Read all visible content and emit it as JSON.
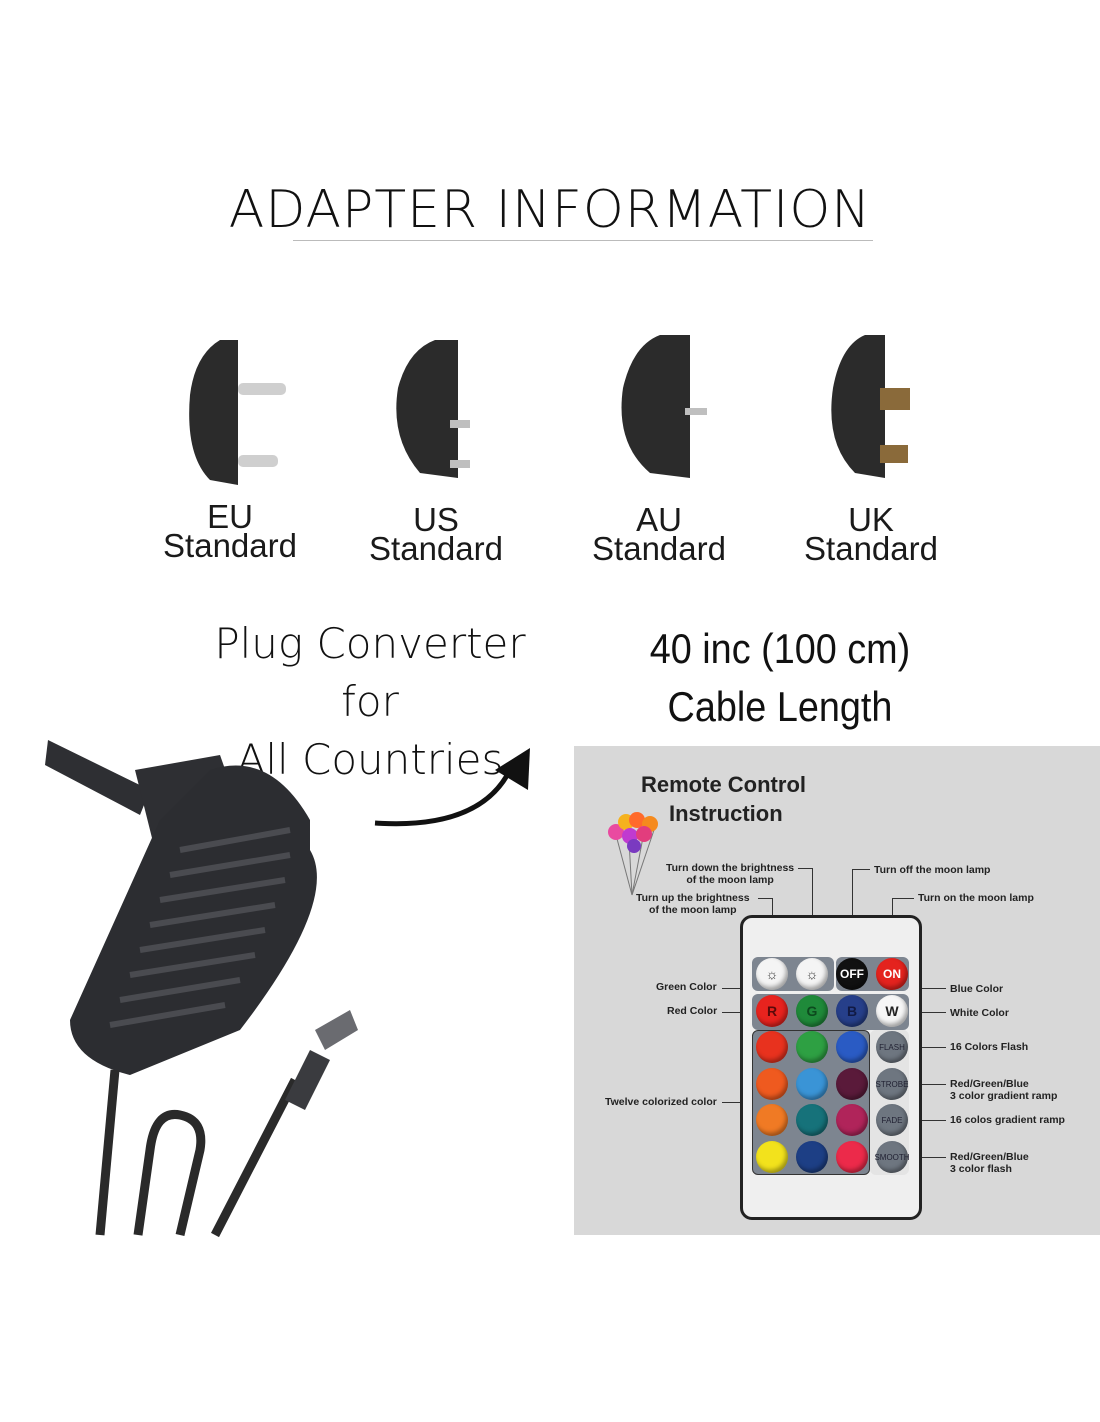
{
  "title": "ADAPTER INFORMATION",
  "plugs": [
    {
      "code": "EU",
      "label": "Standard"
    },
    {
      "code": "US",
      "label": "Standard"
    },
    {
      "code": "AU",
      "label": "Standard"
    },
    {
      "code": "UK",
      "label": "Standard"
    }
  ],
  "converter_caption": {
    "line1": "Plug Converter for",
    "line2": "All Countries"
  },
  "cable_caption": {
    "line1": "40 inc (100 cm)",
    "line2": "Cable Length"
  },
  "remote": {
    "title_line1": "Remote Control",
    "title_line2": "Instruction",
    "labels": {
      "brightness_down": [
        "Turn down the brightness",
        "of the moon lamp"
      ],
      "brightness_up": [
        "Turn up the brightness",
        "of the moon lamp"
      ],
      "off": "Turn off the moon lamp",
      "on": "Turn on the moon lamp",
      "green": "Green Color",
      "red": "Red Color",
      "blue": "Blue Color",
      "white": "White Color",
      "twelve": "Twelve colorized color",
      "flash": "16 Colors Flash",
      "strobe": [
        "Red/Green/Blue",
        "3 color gradient ramp"
      ],
      "fade": "16 colos gradient ramp",
      "smooth": [
        "Red/Green/Blue",
        "3 color flash"
      ]
    },
    "buttons": {
      "off": "OFF",
      "on": "ON",
      "r": "R",
      "g": "G",
      "b": "B",
      "w": "W",
      "flash": "FLASH",
      "strobe": "STROBE",
      "fade": "FADE",
      "smooth": "SMOOTH"
    },
    "colors": [
      "#e8321e",
      "#2ea043",
      "#2a5bc4",
      "#ef5a1f",
      "#3a94d6",
      "#5a1a3a",
      "#f07a24",
      "#16727a",
      "#b0245a",
      "#f2e21c",
      "#1d3f85",
      "#ec2a4a"
    ]
  }
}
